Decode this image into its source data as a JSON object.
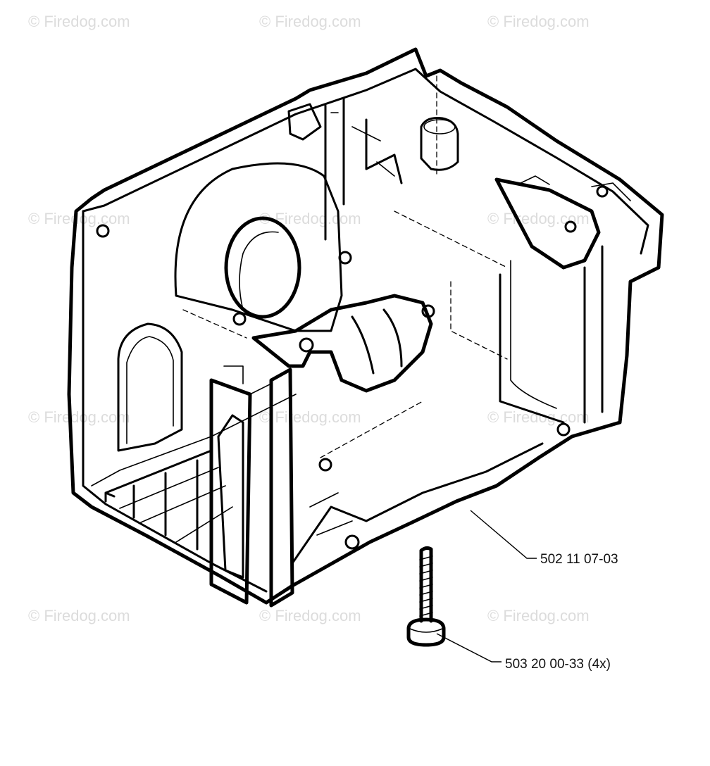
{
  "watermark": {
    "text": "© Firedog.com",
    "color": "#dcdcdc"
  },
  "parts": [
    {
      "part_number": "502 11 07-03",
      "target": "housing"
    },
    {
      "part_number": "503 20 00-33 (4x)",
      "target": "screw"
    }
  ]
}
